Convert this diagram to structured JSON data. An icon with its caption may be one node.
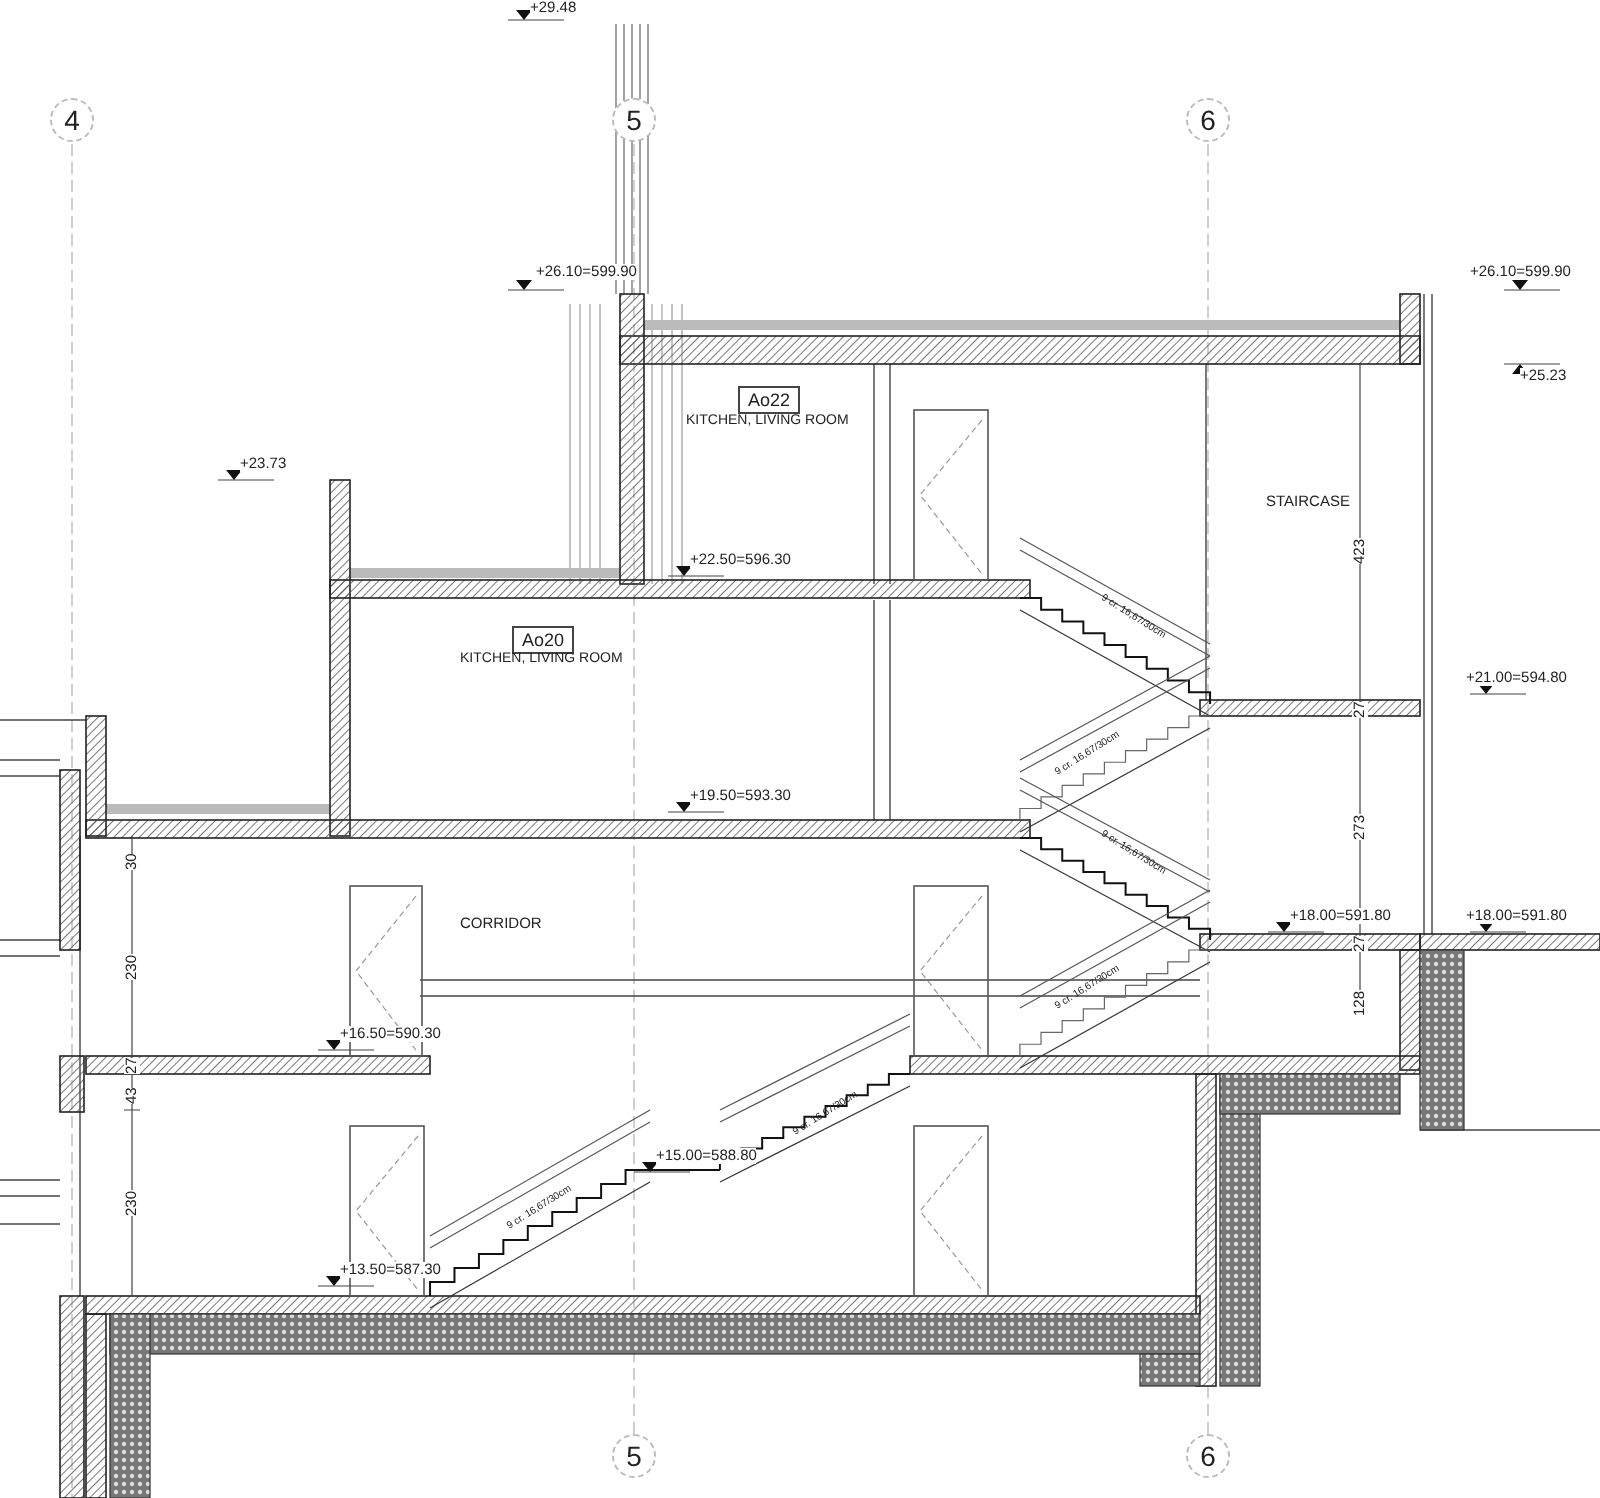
{
  "diagram": {
    "nodes": [
      {
        "text": [
          "4"
        ]
      },
      {
        "text": [
          "5"
        ]
      },
      {
        "text": [
          "6"
        ]
      },
      {
        "text": [
          "Ao22"
        ],
        "beside": [
          "KITCHEN, LIVING ROOM"
        ]
      },
      {
        "text": [
          "Ao20"
        ],
        "beside": [
          "KITCHEN, LIVING ROOM"
        ]
      },
      {
        "text": [
          "5"
        ]
      },
      {
        "text": [
          "6"
        ]
      }
    ],
    "labels": [
      "+29.48",
      "+26.10=599.90",
      "+26.10=599.90",
      "+25.23",
      "+23.73",
      "STAIRCASE",
      "423",
      "+22.50=596.30",
      "9 cr. 16,67/30cm",
      "+21.00=594.80",
      "27",
      "9 cr. 16,67/30cm",
      "+19.50=593.30",
      "273",
      "9 cr. 16,67/30cm",
      "30",
      "+18.00=591.80",
      "+18.00=591.80",
      "CORRIDOR",
      "230",
      "27",
      "9 cr. 16,67/30cm",
      "128",
      "+16.50=590.30",
      "27",
      "43",
      "9 cr. 16,67/30cm",
      "+15.00=588.80",
      "230",
      "9 cr. 16,67/30cm",
      "+13.50=587.30"
    ]
  }
}
